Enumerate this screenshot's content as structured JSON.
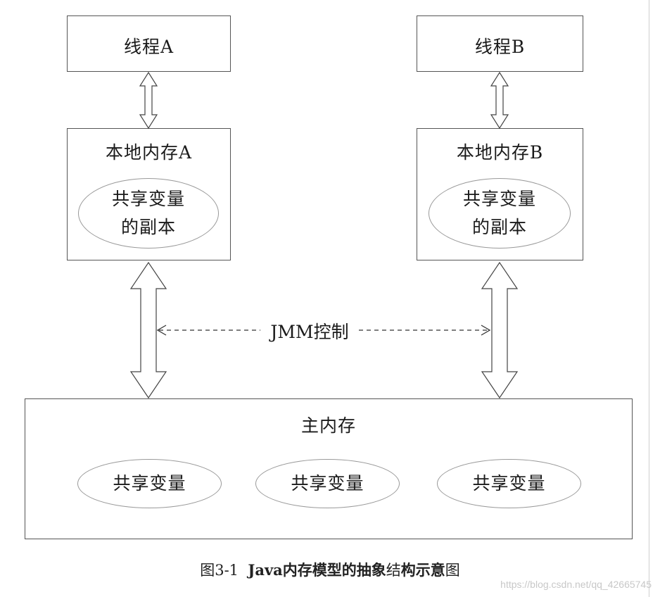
{
  "threads": [
    {
      "label": "线程A"
    },
    {
      "label": "线程B"
    }
  ],
  "local_memories": [
    {
      "label": "本地内存A",
      "copy_line1": "共享变量",
      "copy_line2": "的副本"
    },
    {
      "label": "本地内存B",
      "copy_line1": "共享变量",
      "copy_line2": "的副本"
    }
  ],
  "jmm_label": "JMM控制",
  "main_memory": {
    "label": "主内存",
    "variables": [
      "共享变量",
      "共享变量",
      "共享变量"
    ]
  },
  "caption": {
    "number": "图3-1",
    "title_bold": "Java内存模型的抽象",
    "title_mid": "结",
    "title_bold2": "构示意",
    "title_end": "图"
  },
  "watermark": "https://blog.csdn.net/qq_42665745"
}
